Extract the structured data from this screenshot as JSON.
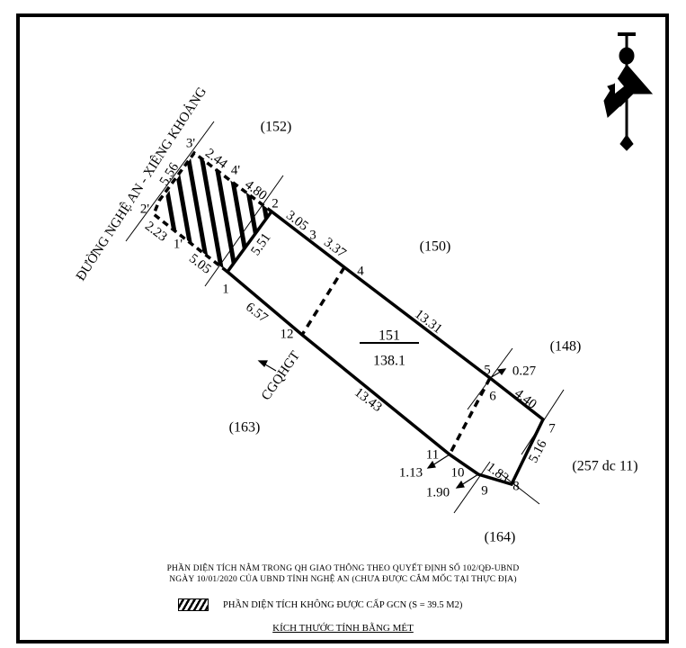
{
  "road_name": "ĐƯỜNG NGHỆ AN - XIÊNG KHOẢNG",
  "parcel": {
    "number": "151",
    "area": "138.1"
  },
  "neighbors": {
    "top": "(152)",
    "right_top": "(150)",
    "right": "(148)",
    "far_right": "(257 dc 11)",
    "bottom_left": "(163)",
    "bottom": "(164)"
  },
  "points": {
    "p1": "1",
    "p2": "2",
    "p3": "3",
    "p4": "4",
    "p5": "5",
    "p6": "6",
    "p7": "7",
    "p8": "8",
    "p9": "9",
    "p10": "10",
    "p11": "11",
    "p12": "12",
    "p1p": "1'",
    "p2p": "2'",
    "p3p": "3'",
    "p4p": "4'"
  },
  "dimensions": {
    "d_5_56": "5.56",
    "d_2_44": "2.44",
    "d_4_80": "4.80",
    "d_2_23": "2.23",
    "d_5_05": "5.05",
    "d_5_51": "5.51",
    "d_3_05": "3.05",
    "d_3_37": "3.37",
    "d_13_31": "13.31",
    "d_0_27": "0.27",
    "d_4_40": "4.40",
    "d_5_16": "5.16",
    "d_1_83": "1.83",
    "d_1_13": "1.13",
    "d_1_90": "1.90",
    "d_13_43": "13.43",
    "d_6_57": "6.57"
  },
  "cgqhgt": "CGQHGT",
  "note_line1": "PHẦN DIỆN TÍCH NẰM TRONG QH GIAO THÔNG THEO QUYẾT ĐỊNH SỐ 102/QĐ-UBND",
  "note_line2": "NGÀY 10/01/2020 CỦA UBND TỈNH NGHỆ AN (CHƯA ĐƯỢC CẮM MỐC TẠI THỰC ĐỊA)",
  "legend_text": "PHẦN DIỆN TÍCH KHÔNG ĐƯỢC CẤP GCN (S = 39.5 M2)",
  "units_text": "KÍCH THƯỚC TÍNH BẰNG MÉT",
  "icons": [
    "north-arrow-icon",
    "hatch-pattern-icon"
  ]
}
